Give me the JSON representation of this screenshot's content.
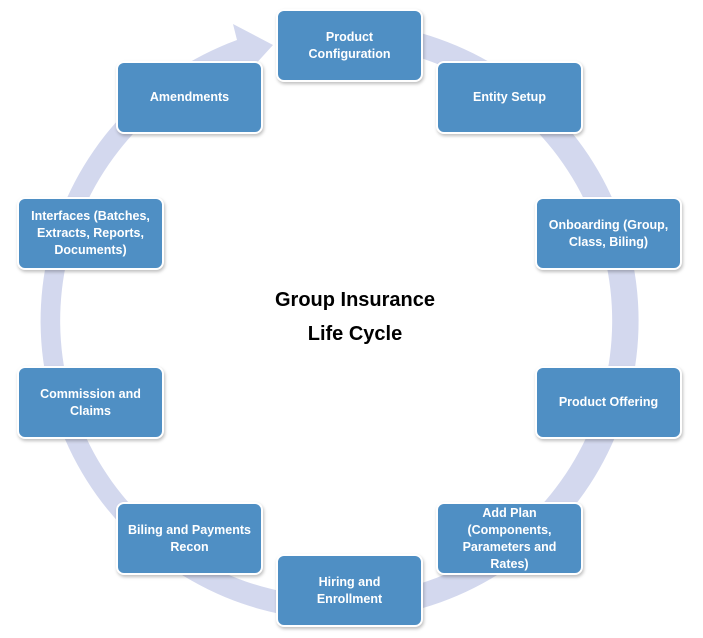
{
  "diagram": {
    "title_line1": "Group Insurance",
    "title_line2": "Life Cycle",
    "colors": {
      "box_fill": "#4f8fc4",
      "box_text": "#ffffff",
      "ring": "#d3d8ee",
      "title_text": "#000000"
    },
    "stages": [
      {
        "id": "product-configuration",
        "label": "Product\nConfiguration"
      },
      {
        "id": "entity-setup",
        "label": "Entity Setup"
      },
      {
        "id": "onboarding",
        "label": "Onboarding (Group,\nClass, Biling)"
      },
      {
        "id": "product-offering",
        "label": "Product Offering"
      },
      {
        "id": "add-plan",
        "label": "Add Plan\n(Components,\nParameters and\nRates)"
      },
      {
        "id": "hiring-enrollment",
        "label": "Hiring and\nEnrollment"
      },
      {
        "id": "billing-payments-recon",
        "label": "Biling and Payments\nRecon"
      },
      {
        "id": "commission-claims",
        "label": "Commission and\nClaims"
      },
      {
        "id": "interfaces",
        "label": "Interfaces (Batches,\nExtracts, Reports,\nDocuments)"
      },
      {
        "id": "amendments",
        "label": "Amendments"
      }
    ]
  }
}
